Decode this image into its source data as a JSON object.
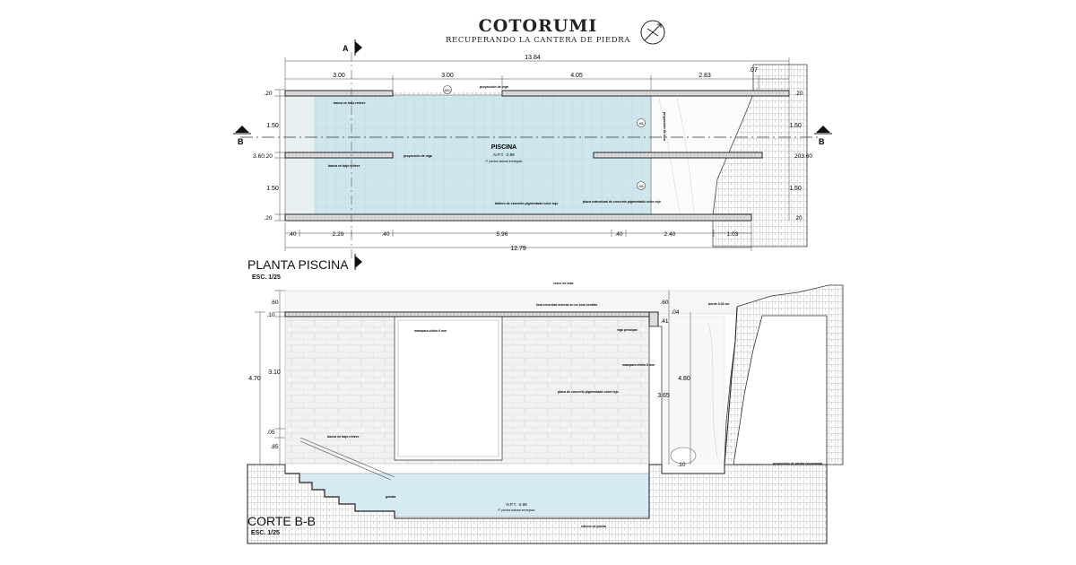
{
  "header": {
    "title": "COTORUMI",
    "subtitle": "RECUPERANDO LA CANTERA DE PIEDRA"
  },
  "plan": {
    "title": "PLANTA PISCINA",
    "scale": "ESC. 1/25",
    "section_marker_a": "A",
    "section_marker_b": "B",
    "top_dims": {
      "overall": "13.84",
      "d1": "3.00",
      "d2": "3.00",
      "d3": "4.05",
      "d4": "2.83",
      "d5": ".07"
    },
    "bottom_dims": {
      "d1": ".40",
      "d2": "2.20",
      "d3": ".40",
      "d4": "5.96",
      "d5": ".40",
      "d6": "2.40",
      "d7": "1.03",
      "overall": "12.79"
    },
    "left_dims": {
      "d1": ".20",
      "d2": "1.50",
      "d3": "3.60.20",
      "d4": "1.50",
      "d5": ".20"
    },
    "right_dims": {
      "d1": ".20",
      "d2": "1.50",
      "d3": "203.60",
      "d4": "1.50",
      "d5": "20"
    },
    "pool_label": "PISCINA",
    "pool_level": "N.P.T. -2.88",
    "pool_note": "P. piedra natural enrrejado",
    "notes": {
      "viga_top": "proyección de viga",
      "viga_mid": "proyección de viga",
      "banca1": "banca en bajo relieve",
      "banca2": "banca en bajo relieve",
      "tablero": "tablero de concreto pigmentado color rojo",
      "placa": "placa estructural de concreto pigmentado color rojo",
      "roca": "proyección de roca"
    },
    "tags": {
      "m10": "M10",
      "m8a": "M8",
      "m8b": "M8"
    }
  },
  "section": {
    "title": "CORTE B-B",
    "scale": "ESC. 1/25",
    "left_dims": {
      "d1": ".60",
      "d2": ".10",
      "d3": "3.10",
      "d4": "4.70",
      "d5": ".05",
      "d6": ".85"
    },
    "right_dims": {
      "d1": ".60",
      "d2": ".04",
      "d3": ".41",
      "d4": "4.80",
      "d5": "3.65",
      "d6": ".10"
    },
    "notes": {
      "cerco": "cerco de losa",
      "losa": "losa recorrida inversa en un solo sentido",
      "viga": "viga principal",
      "mampara1": "mampara vidrio 6 mm",
      "mampara2": "mampara vidrio 6 mm",
      "placa": "placa de concreto pigmentado color rojo",
      "banca": "banca en bajo relieve",
      "gradas": "gradas",
      "relleno": "relleno de piedra",
      "roca": "proyección de piedra encontrada",
      "borde": "borde 0.04 cm"
    },
    "pool_level": "N.P.T. -2.88",
    "pool_note": "P. piedra natural enrrejado"
  }
}
